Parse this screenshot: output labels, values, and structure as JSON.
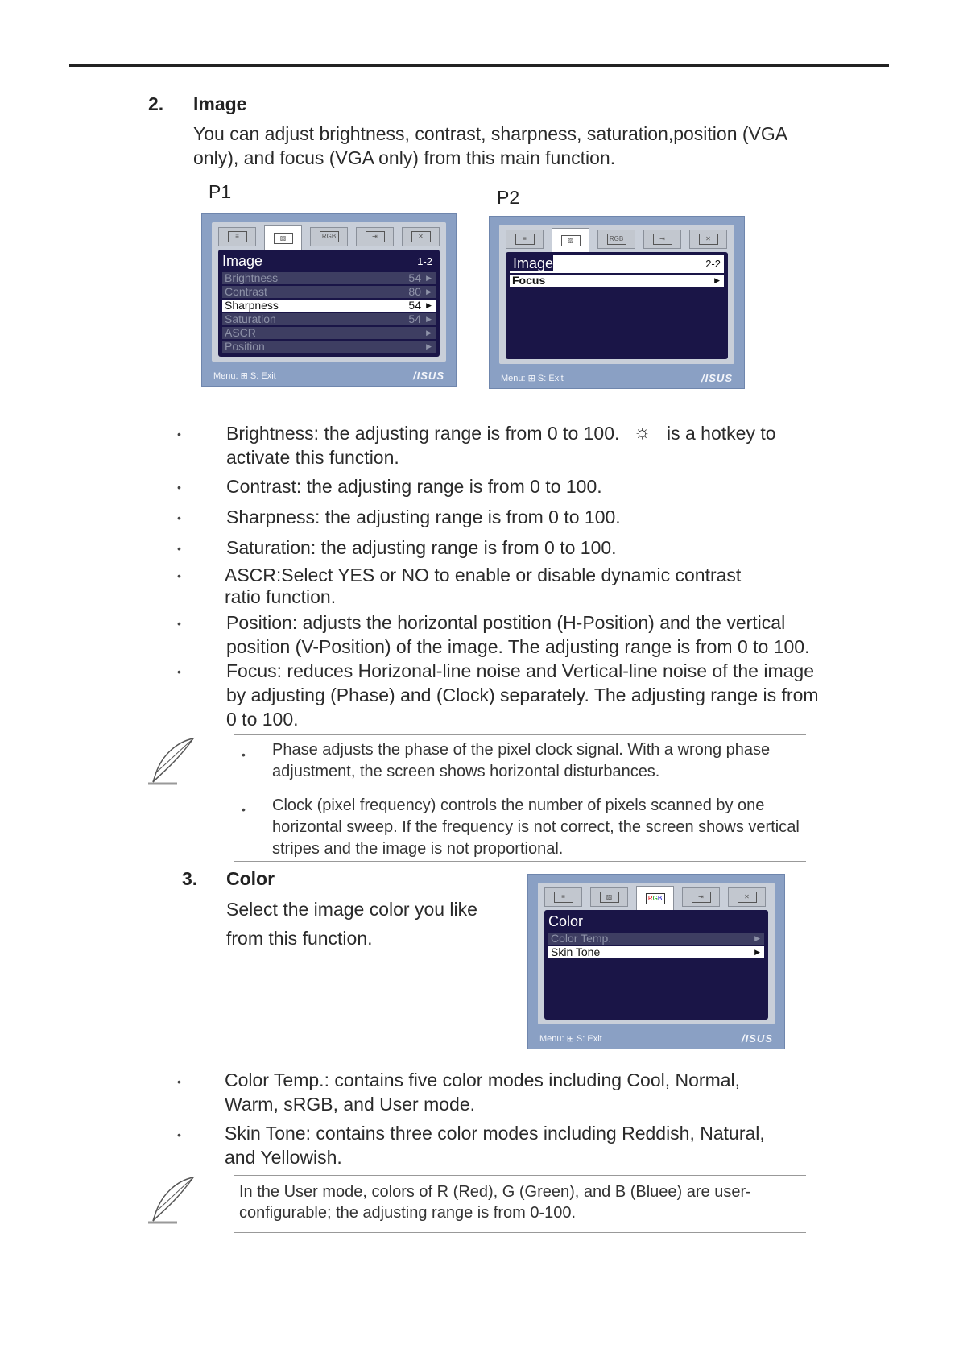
{
  "section2": {
    "number": "2.",
    "title": "Image",
    "intro": [
      "You can adjust brightness, contrast, sharpness, saturation,position (VGA",
      "only), and focus (VGA only) from  this main function."
    ],
    "p1_label": "P1",
    "p2_label": "P2"
  },
  "osd_common": {
    "footer": "Menu: ⊞   S: Exit",
    "logo": "/ISUS"
  },
  "osd_p1": {
    "title": "Image",
    "page": "1-2",
    "rows": [
      {
        "label": "Brightness",
        "value": "54"
      },
      {
        "label": "Contrast",
        "value": "80"
      },
      {
        "label": "Sharpness",
        "value": "54"
      },
      {
        "label": "Saturation",
        "value": "54"
      },
      {
        "label": "ASCR",
        "value": ""
      },
      {
        "label": "Position",
        "value": ""
      }
    ]
  },
  "osd_p2": {
    "title": "Image",
    "page": "2-2",
    "rows": [
      {
        "label": "Focus",
        "value": ""
      }
    ]
  },
  "bullets_image": [
    [
      "Brightness: the adjusting range is from 0 to 100.",
      "activate this function."
    ],
    [
      "Contrast: the adjusting range is from 0 to 100."
    ],
    [
      "Sharpness: the adjusting range is from 0 to 100."
    ],
    [
      "Saturation: the adjusting range is from 0 to 100."
    ],
    [
      "ASCR:Select YES or NO to enable or disable dynamic contrast",
      "ratio function."
    ],
    [
      "Position: adjusts the horizontal postition (H-Position) and the vertical",
      "position (V-Position) of the image. The adjusting range is from 0 to 100."
    ],
    [
      "Focus: reduces Horizonal-line noise and Vertical-line noise of the image",
      "by adjusting (Phase) and (Clock) separately. The adjusting range is from",
      "0 to 100."
    ]
  ],
  "brightness_hotkey": "is a hotkey to",
  "note1": [
    [
      "Phase adjusts the phase of the pixel clock signal. With a wrong phase",
      "adjustment, the screen shows  horizontal disturbances."
    ],
    [
      "Clock (pixel frequency) controls the number of pixels scanned by one",
      "horizontal sweep. If the frequency is not correct, the screen shows vertical",
      "stripes and the image is not proportional."
    ]
  ],
  "section3": {
    "number": "3.",
    "title": "Color",
    "intro": [
      "Select the image color you like",
      "from this function."
    ]
  },
  "osd_color": {
    "title": "Color",
    "rows": [
      {
        "label": "Color Temp.",
        "value": ""
      },
      {
        "label": "Skin Tone",
        "value": ""
      }
    ]
  },
  "bullets_color": [
    [
      "Color Temp.: contains five color modes including Cool, Normal,",
      "Warm, sRGB, and User mode."
    ],
    [
      "Skin Tone: contains three color modes including Reddish, Natural,",
      "and Yellowish."
    ]
  ],
  "note2": [
    "In the User mode, colors of R (Red), G (Green), and B (Bluee) are user-",
    "configurable; the adjusting range is from 0-100."
  ]
}
